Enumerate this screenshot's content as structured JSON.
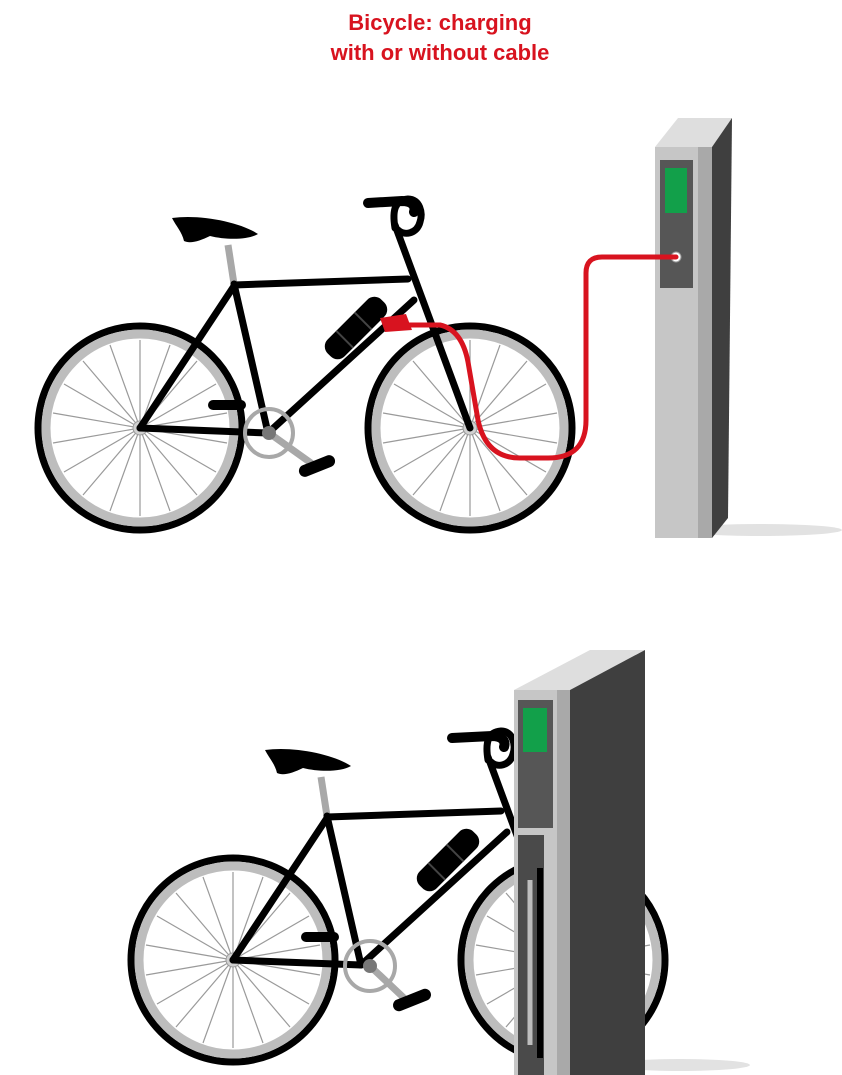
{
  "title": {
    "line1": "Bicycle: charging",
    "line2": "with or without cable"
  },
  "colors": {
    "title": "#d8131f",
    "cable": "#d8131f",
    "frame": "#000000",
    "tire_inner": "#bdbdbd",
    "spokes": "#9a9a9a",
    "station_front": "#c6c6c6",
    "station_top": "#dedede",
    "station_side": "#3f3f3f",
    "panel": "#565656",
    "display": "#12a04a",
    "shadow": "#e2e2e2"
  },
  "scenes": [
    {
      "id": "with-cable",
      "mode": "cable"
    },
    {
      "id": "without-cable",
      "mode": "dock"
    }
  ]
}
